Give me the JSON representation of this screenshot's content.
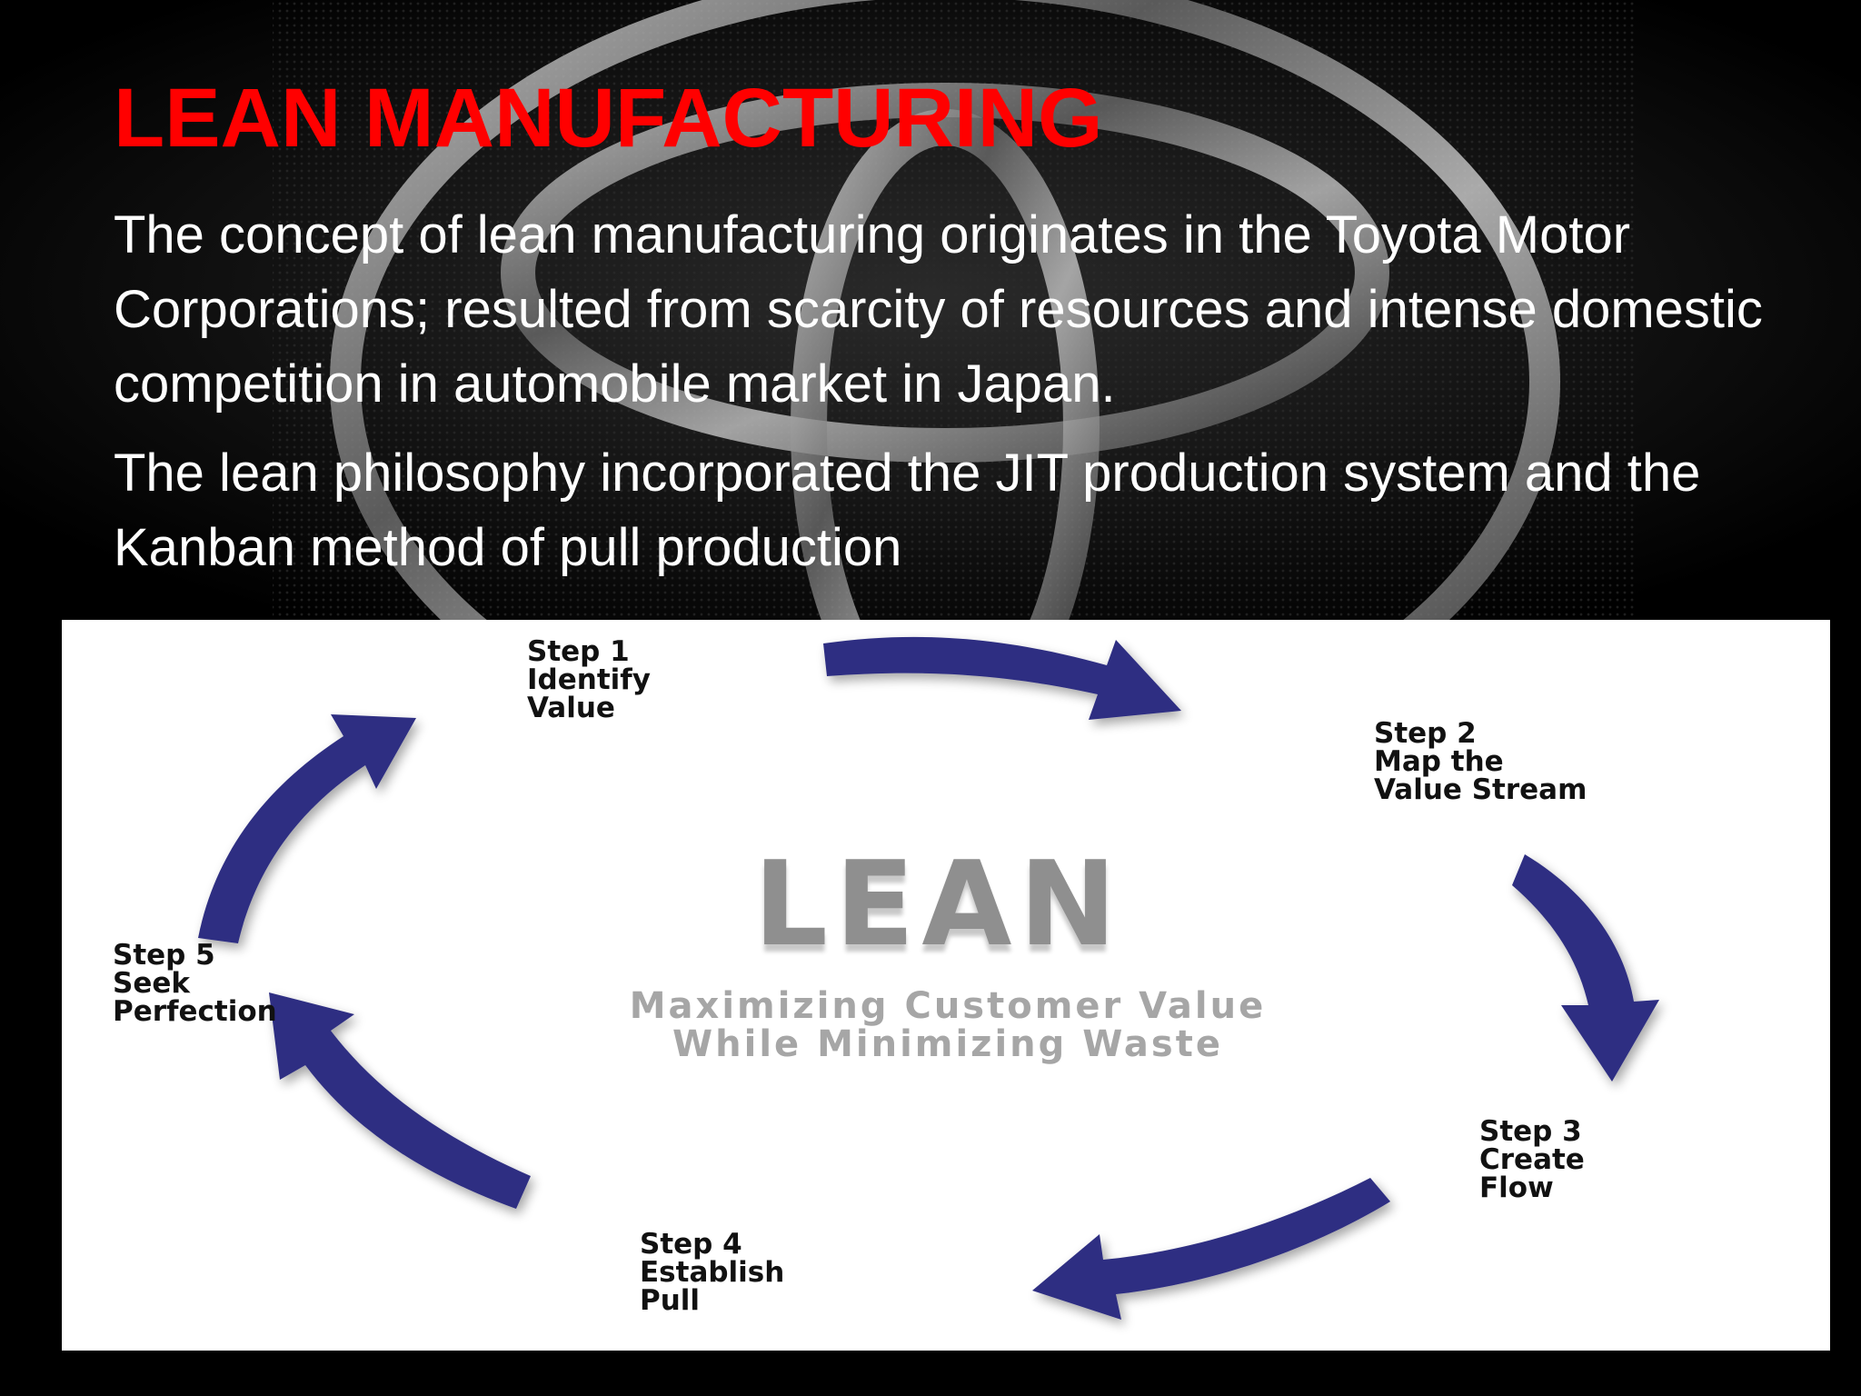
{
  "slide": {
    "title": "LEAN MANUFACTURING",
    "paragraphs": [
      "The concept of lean manufacturing originates in the Toyota Motor Corporations; resulted from scarcity of resources and intense domestic competition in automobile market  in Japan.",
      "The lean philosophy incorporated the JIT production system and the Kanban method of pull production"
    ]
  },
  "diagram": {
    "center_title": "LEAN",
    "center_subtitle": [
      "Maximizing Customer Value",
      "While Minimizing Waste"
    ],
    "steps": [
      {
        "step": "Step 1",
        "lines": [
          "Identify",
          "Value"
        ]
      },
      {
        "step": "Step 2",
        "lines": [
          "Map the",
          "Value Stream"
        ]
      },
      {
        "step": "Step 3",
        "lines": [
          "Create",
          "Flow"
        ]
      },
      {
        "step": "Step 4",
        "lines": [
          "Establish",
          "Pull"
        ]
      },
      {
        "step": "Step 5",
        "lines": [
          "Seek",
          "Perfection"
        ]
      }
    ],
    "arrow_count": 5
  },
  "colors": {
    "title": "#ff0000",
    "body_text": "#ffffff",
    "background": "#000000",
    "arrow": "#2e2f82",
    "center_text": "#8f8f8f"
  },
  "icons": {
    "background_emblem": "toyota-emblem-icon",
    "cycle_arrows": "curved-arrow-icon"
  }
}
